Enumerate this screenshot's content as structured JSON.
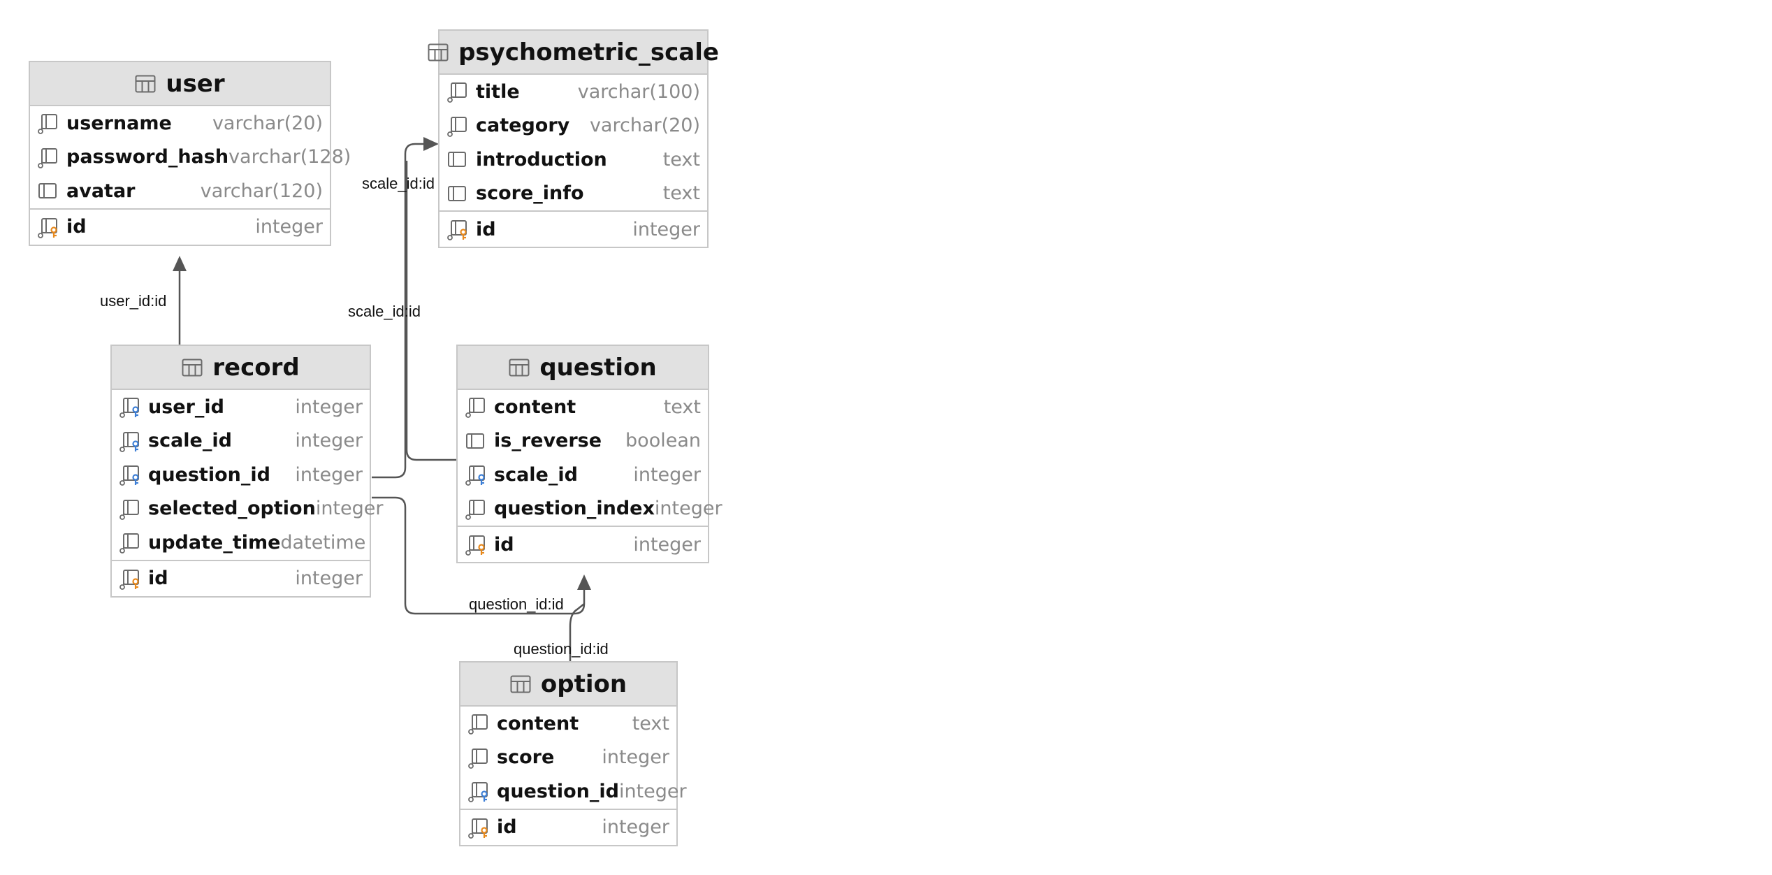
{
  "tables": {
    "user": {
      "name": "user",
      "columns": [
        {
          "name": "username",
          "type": "varchar(20)",
          "icon": "column-not-null-icon"
        },
        {
          "name": "password_hash",
          "type": "varchar(128)",
          "icon": "column-not-null-icon"
        },
        {
          "name": "avatar",
          "type": "varchar(120)",
          "icon": "column-icon"
        }
      ],
      "pk": {
        "name": "id",
        "type": "integer",
        "icon": "primary-key-icon"
      }
    },
    "psychometric_scale": {
      "name": "psychometric_scale",
      "columns": [
        {
          "name": "title",
          "type": "varchar(100)",
          "icon": "column-not-null-icon"
        },
        {
          "name": "category",
          "type": "varchar(20)",
          "icon": "column-not-null-icon"
        },
        {
          "name": "introduction",
          "type": "text",
          "icon": "column-icon"
        },
        {
          "name": "score_info",
          "type": "text",
          "icon": "column-icon"
        }
      ],
      "pk": {
        "name": "id",
        "type": "integer",
        "icon": "primary-key-icon"
      }
    },
    "record": {
      "name": "record",
      "columns": [
        {
          "name": "user_id",
          "type": "integer",
          "icon": "foreign-key-icon"
        },
        {
          "name": "scale_id",
          "type": "integer",
          "icon": "foreign-key-icon"
        },
        {
          "name": "question_id",
          "type": "integer",
          "icon": "foreign-key-icon"
        },
        {
          "name": "selected_option",
          "type": "integer",
          "icon": "column-not-null-icon"
        },
        {
          "name": "update_time",
          "type": "datetime",
          "icon": "column-not-null-icon"
        }
      ],
      "pk": {
        "name": "id",
        "type": "integer",
        "icon": "primary-key-icon"
      }
    },
    "question": {
      "name": "question",
      "columns": [
        {
          "name": "content",
          "type": "text",
          "icon": "column-not-null-icon"
        },
        {
          "name": "is_reverse",
          "type": "boolean",
          "icon": "column-icon"
        },
        {
          "name": "scale_id",
          "type": "integer",
          "icon": "foreign-key-icon"
        },
        {
          "name": "question_index",
          "type": "integer",
          "icon": "column-not-null-icon"
        }
      ],
      "pk": {
        "name": "id",
        "type": "integer",
        "icon": "primary-key-icon"
      }
    },
    "option": {
      "name": "option",
      "columns": [
        {
          "name": "content",
          "type": "text",
          "icon": "column-not-null-icon"
        },
        {
          "name": "score",
          "type": "integer",
          "icon": "column-not-null-icon"
        },
        {
          "name": "question_id",
          "type": "integer",
          "icon": "foreign-key-icon"
        }
      ],
      "pk": {
        "name": "id",
        "type": "integer",
        "icon": "primary-key-icon"
      }
    }
  },
  "relations": [
    {
      "from": "record",
      "to": "user",
      "label": "user_id:id"
    },
    {
      "from": "record",
      "to": "psychometric_scale",
      "label": "scale_id:id"
    },
    {
      "from": "question",
      "to": "psychometric_scale",
      "label": "scale_id:id"
    },
    {
      "from": "record",
      "to": "question",
      "label": "question_id:id"
    },
    {
      "from": "option",
      "to": "question",
      "label": "question_id:id"
    }
  ],
  "colors": {
    "header_bg": "#e1e1e1",
    "border": "#c7c7c7",
    "wire": "#555555",
    "type_text": "#8a8a8a",
    "icon_gray": "#6b6b6b",
    "icon_blue": "#3d7fd6",
    "icon_orange": "#e8891c"
  }
}
